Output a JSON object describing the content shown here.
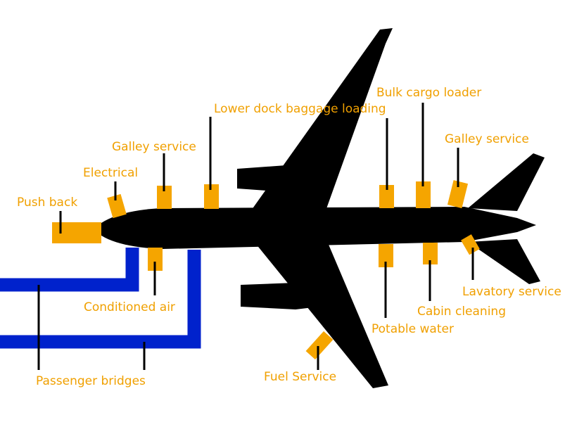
{
  "colors": {
    "service_vehicle": "#f5a500",
    "label_text": "#f0a000",
    "passenger_bridge": "#0022cc",
    "aircraft": "#000000",
    "leader_line": "#000000",
    "background": "#ffffff"
  },
  "labels": {
    "push_back": "Push back",
    "electrical": "Electrical",
    "galley_service_fwd": "Galley service",
    "lower_dock": "Lower dock baggage loading",
    "bulk_cargo": "Bulk cargo loader",
    "galley_service_aft": "Galley service",
    "conditioned_air": "Conditioned air",
    "passenger_bridges": "Passenger bridges",
    "fuel_service": "Fuel Service",
    "potable_water": "Potable water",
    "cabin_cleaning": "Cabin cleaning",
    "lavatory_service": "Lavatory service"
  }
}
